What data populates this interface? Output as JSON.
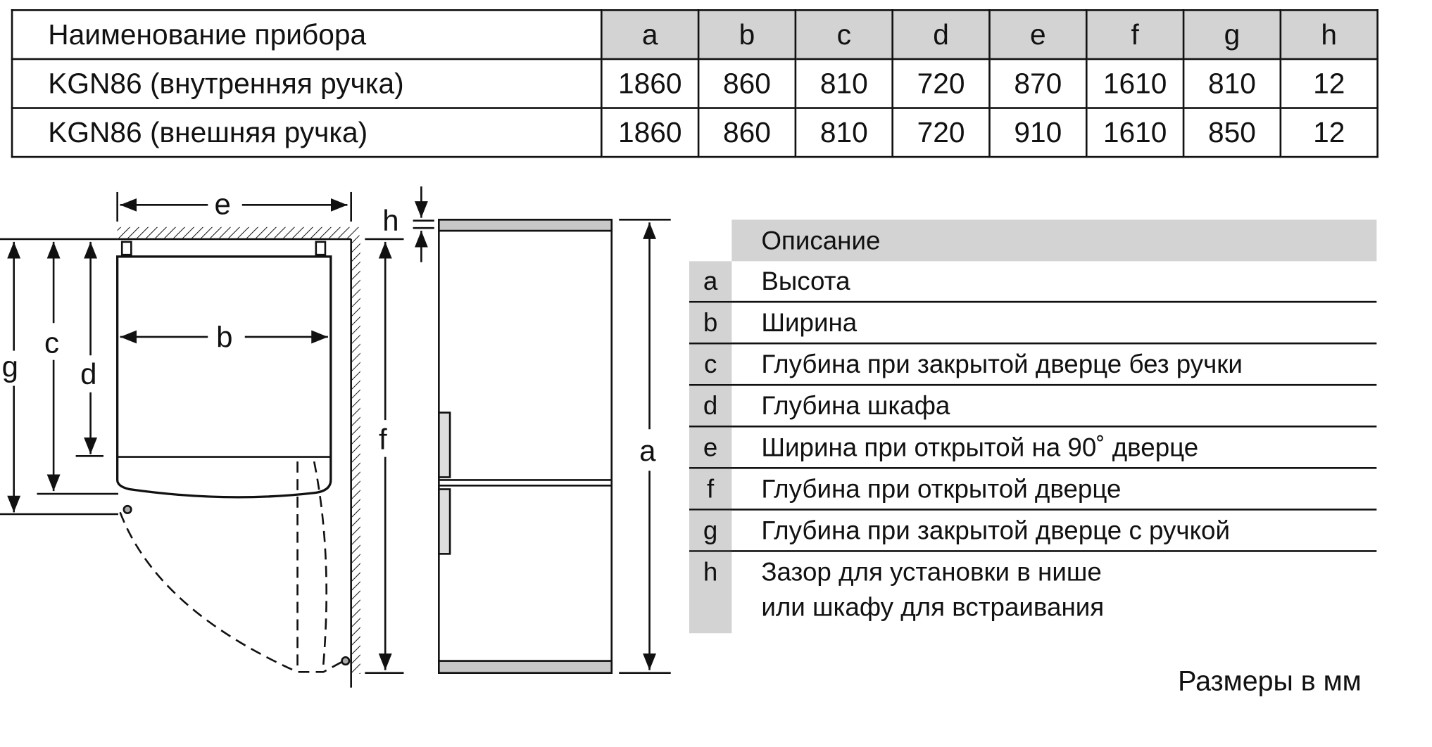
{
  "spec_table": {
    "header": {
      "name": "Наименование прибора",
      "cols": [
        "a",
        "b",
        "c",
        "d",
        "e",
        "f",
        "g",
        "h"
      ]
    },
    "rows": [
      {
        "name": "KGN86 (внутренняя ручка)",
        "values": [
          "1860",
          "860",
          "810",
          "720",
          "870",
          "1610",
          "810",
          "12"
        ]
      },
      {
        "name": "KGN86 (внешняя ручка)",
        "values": [
          "1860",
          "860",
          "810",
          "720",
          "910",
          "1610",
          "850",
          "12"
        ]
      }
    ]
  },
  "description": {
    "title": "Описание",
    "items": [
      {
        "key": "a",
        "text": "Высота"
      },
      {
        "key": "b",
        "text": "Ширина"
      },
      {
        "key": "c",
        "text": "Глубина при закрытой дверце без ручки"
      },
      {
        "key": "d",
        "text": "Глубина шкафа"
      },
      {
        "key": "e",
        "text": "Ширина при открытой на 90˚ дверце"
      },
      {
        "key": "f",
        "text": "Глубина при открытой дверце"
      },
      {
        "key": "g",
        "text": "Глубина при закрытой дверце с ручкой"
      },
      {
        "key": "h",
        "text": "Зазор для установки в нише",
        "text2": "или шкафу для встраивания"
      }
    ]
  },
  "units_note": "Размеры в мм",
  "drawing_labels": {
    "a": "a",
    "b": "b",
    "c": "c",
    "d": "d",
    "e": "e",
    "f": "f",
    "g": "g",
    "h": "h"
  }
}
